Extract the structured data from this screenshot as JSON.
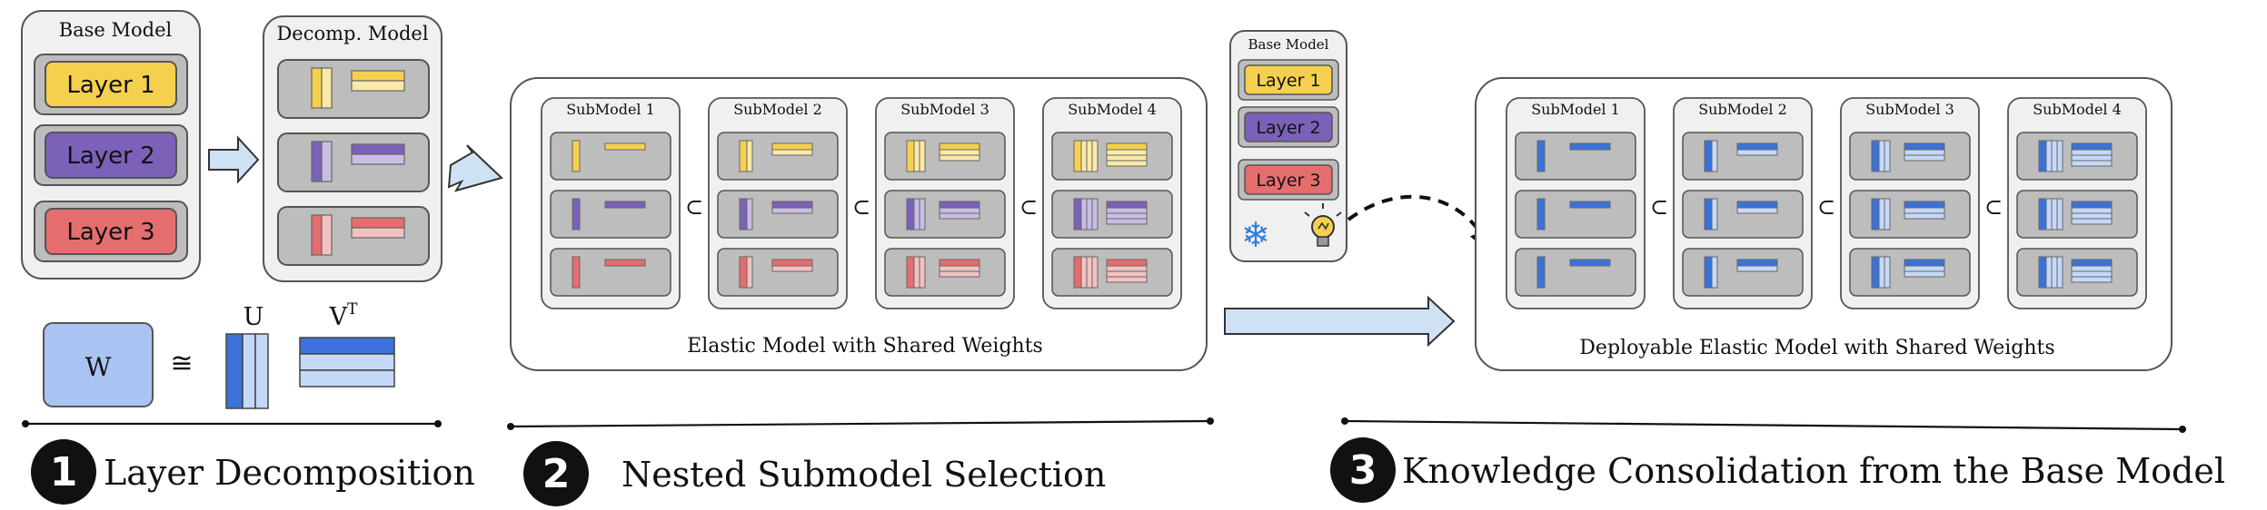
{
  "colors": {
    "yellow": "#f5d04f",
    "yellowLight": "#fbe9a8",
    "purple": "#7b61b8",
    "purpleLight": "#c9bde6",
    "red": "#e46e6e",
    "redLight": "#f3c1c1",
    "blue": "#3b72d9",
    "blueLight": "#c5d8f8",
    "blueBox": "#a9c3f2",
    "panel": "#f0f0f0",
    "slot": "#bdbdbd",
    "arrow": "#cfe1f5"
  },
  "section1": {
    "base_title": "Base Model",
    "layers": [
      "Layer 1",
      "Layer 2",
      "Layer 3"
    ],
    "decomp_title": "Decomp.  Model",
    "eq_w": "W",
    "eq_approx": "≅",
    "eq_u": "U",
    "eq_vt": "V",
    "eq_vt_sup": "T",
    "step_number": "1",
    "step_label": "Layer Decomposition"
  },
  "section2": {
    "submodels": [
      "SubModel 1",
      "SubModel 2",
      "SubModel 3",
      "SubModel 4"
    ],
    "subset_symbol": "⊂",
    "panel_caption": "Elastic Model with Shared Weights",
    "step_number": "2",
    "step_label": "Nested Submodel Selection"
  },
  "section3": {
    "base_title": "Base Model",
    "layers": [
      "Layer 1",
      "Layer 2",
      "Layer 3"
    ],
    "snowflake": "❄",
    "submodels": [
      "SubModel 1",
      "SubModel 2",
      "SubModel 3",
      "SubModel 4"
    ],
    "subset_symbol": "⊂",
    "panel_caption": "Deployable Elastic Model with Shared Weights",
    "step_number": "3",
    "step_label": "Knowledge Consolidation from the Base Model"
  }
}
